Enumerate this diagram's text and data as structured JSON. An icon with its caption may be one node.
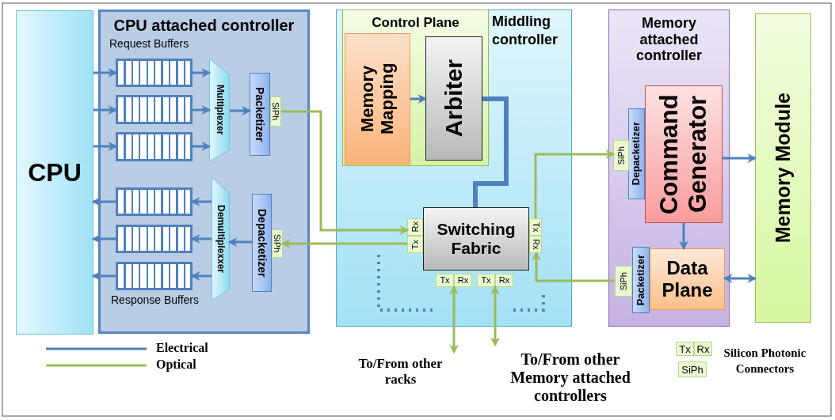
{
  "diagram": {
    "nodes": [
      {
        "text": [
          "CPU"
        ]
      },
      {
        "text": [
          "CPU attached controller"
        ]
      },
      {
        "text": [],
        "shape": "box",
        "in": 1
      },
      {
        "text": [],
        "shape": "box",
        "in": 1
      },
      {
        "text": [],
        "shape": "box",
        "in": 1
      },
      {
        "text": [
          "Multiplexer"
        ],
        "in": 1
      },
      {
        "text": [
          "Packetizer"
        ],
        "in": 1
      },
      {
        "text": [
          "SiPh"
        ],
        "in": 1
      },
      {
        "text": [],
        "shape": "box",
        "in": 1
      },
      {
        "text": [],
        "shape": "box",
        "in": 1
      },
      {
        "text": [],
        "shape": "box",
        "in": 1
      },
      {
        "text": [
          "Demultiplexxer"
        ],
        "in": 1
      },
      {
        "text": [
          "Depacketizer"
        ],
        "in": 1
      },
      {
        "text": [
          "SiPh"
        ],
        "in": 1
      },
      {
        "text": [
          "Middling controller"
        ]
      },
      {
        "text": [
          "Control Plane"
        ],
        "in": 14
      },
      {
        "text": [
          "Memory Mapping"
        ],
        "in": 15
      },
      {
        "text": [
          "Arbiter"
        ],
        "in": 15
      },
      {
        "text": [
          "Switching Fabric"
        ],
        "in": 14
      },
      {
        "text": [
          "Rx",
          "Tx"
        ],
        "in": 14
      },
      {
        "text": [
          "Tx",
          "Rx"
        ],
        "in": 14
      },
      {
        "text": [
          "Tx",
          "Rx"
        ],
        "in": 14
      },
      {
        "text": [
          "Tx",
          "Rx"
        ],
        "in": 14
      },
      {
        "text": [
          "Memory attached controller"
        ]
      },
      {
        "text": [
          "Depacketizer"
        ],
        "in": 23
      },
      {
        "text": [
          "SiPh"
        ],
        "in": 23
      },
      {
        "text": [
          "Command Generator"
        ],
        "in": 23
      },
      {
        "text": [
          "Packetizer"
        ],
        "in": 23
      },
      {
        "text": [
          "SiPh"
        ],
        "in": 23
      },
      {
        "text": [
          "Data Plane"
        ],
        "in": 23
      },
      {
        "text": [
          "Memory Module"
        ]
      },
      {
        "text": [
          "To/From other racks"
        ]
      },
      {
        "text": [
          "To/From other Memory attached controllers"
        ]
      },
      {
        "text": [
          "Tx",
          "Rx"
        ]
      },
      {
        "text": [
          "SiPh"
        ]
      }
    ],
    "edges": [
      {
        "from": 0,
        "to": 2,
        "arrow": "to"
      },
      {
        "from": 0,
        "to": 3,
        "arrow": "to"
      },
      {
        "from": 0,
        "to": 4,
        "arrow": "to"
      },
      {
        "from": 2,
        "to": 5,
        "arrow": "to"
      },
      {
        "from": 3,
        "to": 5,
        "arrow": "to"
      },
      {
        "from": 4,
        "to": 5,
        "arrow": "to"
      },
      {
        "from": 5,
        "to": 6,
        "arrow": "to"
      },
      {
        "from": 7,
        "to": 19,
        "arrow": "to",
        "color": "#9bbb59"
      },
      {
        "from": 19,
        "to": 13,
        "arrow": "to",
        "color": "#9bbb59"
      },
      {
        "from": 12,
        "to": 11,
        "arrow": "to"
      },
      {
        "from": 11,
        "to": 8,
        "arrow": "to"
      },
      {
        "from": 11,
        "to": 9,
        "arrow": "to"
      },
      {
        "from": 11,
        "to": 10,
        "arrow": "to"
      },
      {
        "from": 8,
        "to": 0,
        "arrow": "to"
      },
      {
        "from": 9,
        "to": 0,
        "arrow": "to"
      },
      {
        "from": 10,
        "to": 0,
        "arrow": "to"
      },
      {
        "from": 16,
        "to": 17,
        "arrow": "to"
      },
      {
        "from": 17,
        "to": 18,
        "arrow": "none",
        "style": "thick"
      },
      {
        "from": 20,
        "to": 25,
        "arrow": "to",
        "color": "#9bbb59"
      },
      {
        "from": 28,
        "to": 20,
        "arrow": "to",
        "color": "#9bbb59"
      },
      {
        "from": 21,
        "to": 31,
        "arrow": "both",
        "color": "#9bbb59"
      },
      {
        "from": 22,
        "to": 32,
        "arrow": "both",
        "color": "#9bbb59"
      },
      {
        "from": 26,
        "to": 30,
        "arrow": "to"
      },
      {
        "from": 26,
        "to": 29,
        "arrow": "to"
      },
      {
        "from": 29,
        "to": 30,
        "arrow": "both"
      }
    ],
    "labels": [
      "Request Buffers",
      "Response Buffers"
    ],
    "legend": [
      {
        "text": "Electrical"
      },
      {
        "text": "Optical"
      },
      {
        "text": "Silicon Photonic Connectors"
      }
    ]
  }
}
